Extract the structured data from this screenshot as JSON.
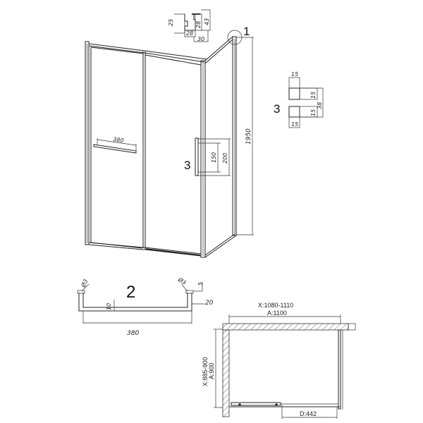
{
  "drawing": {
    "callouts": {
      "detail_1": "1",
      "detail_2": "2",
      "detail_3_side": "3",
      "detail_3_handle": "3"
    },
    "profile_detail": {
      "dims": {
        "height_left": "25",
        "inner_28_vertical": "28",
        "outer_43": "43",
        "width_28": "28",
        "width_30": "30"
      }
    },
    "handle_detail": {
      "dims": {
        "top_15": "15",
        "mid_15_a": "15",
        "mid_15_b": "15",
        "total_38": "38",
        "bottom_15": "15"
      }
    },
    "enclosure": {
      "towel_bar_length": "380",
      "handle_inner": "150",
      "handle_outer": "200",
      "height": "1950"
    },
    "towel_bar_detail": {
      "dims": {
        "hole_left": "Ø3",
        "hole_right": "Ø3",
        "offset_5": "5",
        "depth_20": "20",
        "thickness_10": "10",
        "length_380": "380"
      }
    },
    "plan_view": {
      "width_range": "X:1080-1110",
      "width_nominal": "A:1100",
      "depth_range": "X:885-900",
      "depth_nominal": "A:900",
      "door_opening": "D:442"
    }
  }
}
